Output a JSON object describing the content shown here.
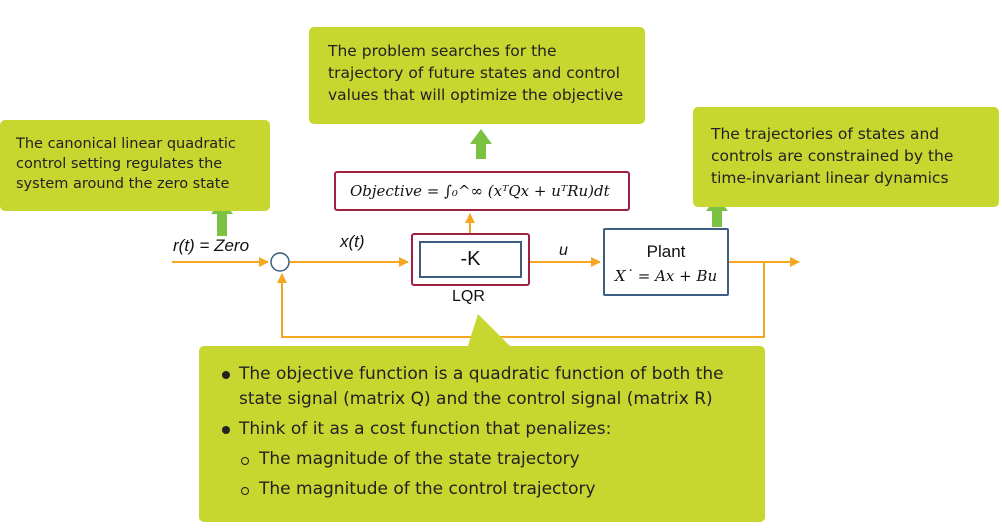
{
  "callouts": {
    "top": [
      "The problem searches for the",
      "trajectory of future states and control",
      "values that will optimize the objective"
    ],
    "left": [
      "The canonical linear quadratic",
      "control setting regulates the",
      "system around the zero state"
    ],
    "right": [
      "The trajectories of states and",
      "controls are constrained by the",
      "time-invariant linear dynamics"
    ]
  },
  "bullets": [
    {
      "level": 1,
      "lines": [
        "The objective function is a quadratic function of both the",
        "state signal (matrix Q) and the control signal (matrix R)"
      ]
    },
    {
      "level": 1,
      "lines": [
        "Think of it as a cost function that penalizes:"
      ]
    },
    {
      "level": 2,
      "lines": [
        "The magnitude of the state trajectory"
      ]
    },
    {
      "level": 2,
      "lines": [
        "The magnitude of the control trajectory"
      ]
    }
  ],
  "diagram": {
    "reference_label": "r(t) = Zero",
    "state_label": "x(t)",
    "control_label": "u",
    "controller_gain": "-K",
    "controller_name": "LQR",
    "plant_title": "Plant",
    "plant_equation": "X˙ = Ax + Bu",
    "objective_equation": "Objective = ∫₀^∞ (xᵀQx + uᵀRu)dt"
  },
  "colors": {
    "callout": "#c8d630",
    "arrow": "#f5a623",
    "pointer": "#7cc242",
    "objective_border": "#a0203f",
    "block_border": "#3b5d82"
  }
}
